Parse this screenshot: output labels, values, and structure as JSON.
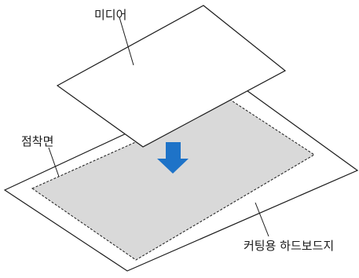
{
  "labels": {
    "media": "미디어",
    "adhesive_surface": "점착면",
    "cutting_hardboard": "커팅용 하드보드지"
  },
  "colors": {
    "board_fill": "#ffffff",
    "adhesive_fill": "#d9d9d9",
    "media_fill": "#ffffff",
    "outline": "#1a1a1a",
    "arrow": "#1e73c8"
  },
  "icons": {
    "arrow": "down-arrow-icon"
  }
}
